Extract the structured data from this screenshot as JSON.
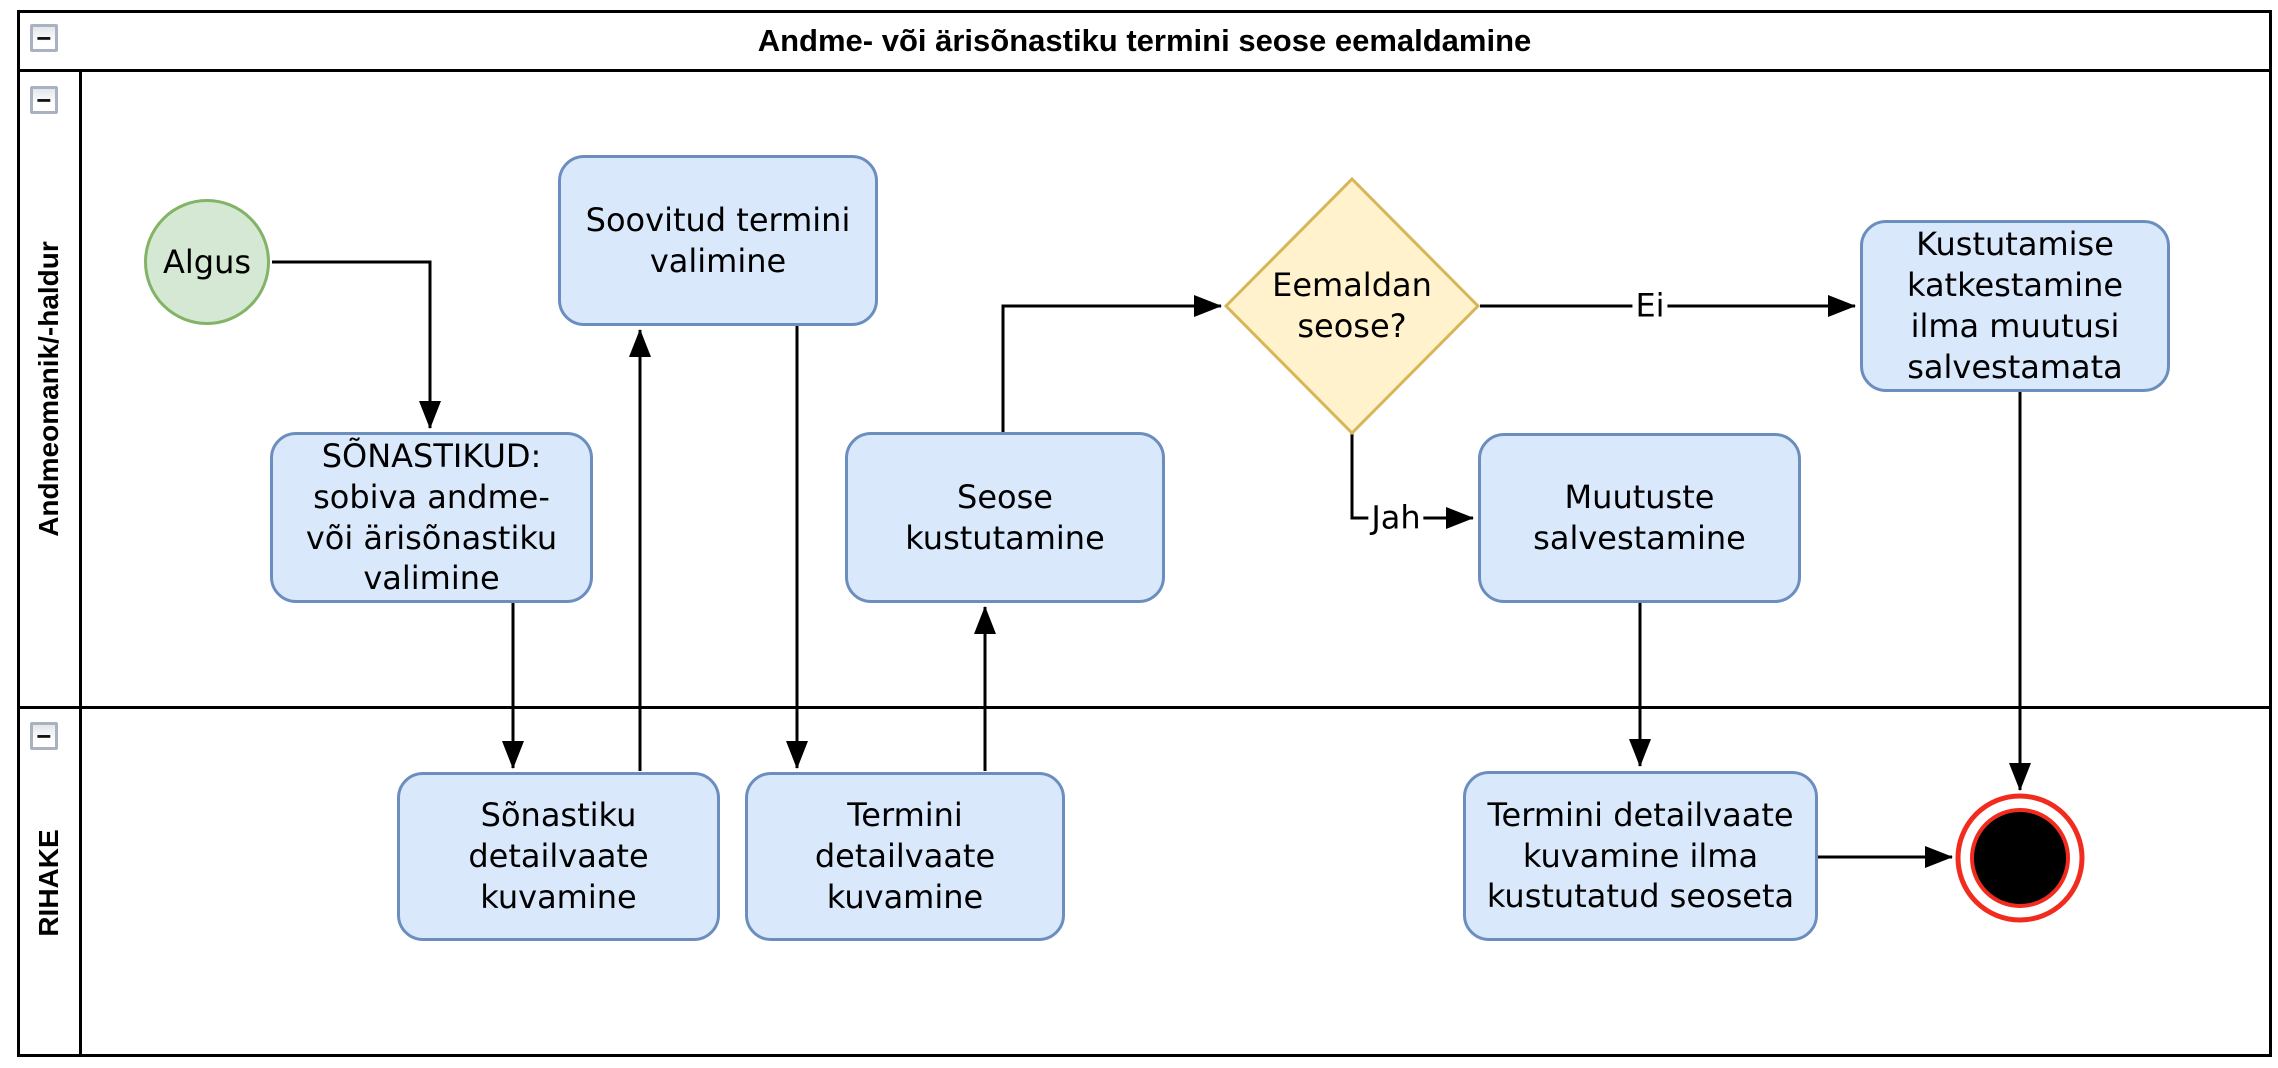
{
  "title": "Andme- või ärisõnastiku termini seose eemaldamine",
  "collapse_glyph": "−",
  "lanes": [
    {
      "id": "andmeomanik",
      "label": "Andmeomanik/-haldur"
    },
    {
      "id": "rihake",
      "label": "RIHAKE"
    }
  ],
  "nodes": {
    "start": {
      "type": "start-event",
      "label": "Algus"
    },
    "select_glossary": {
      "type": "task",
      "label": "SÕNASTIKUD: sobiva andme- või ärisõnastiku valimine"
    },
    "select_term": {
      "type": "task",
      "label": "Soovitud termini valimine"
    },
    "delete_relation": {
      "type": "task",
      "label": "Seose kustutamine"
    },
    "decision": {
      "type": "gateway",
      "label": "Eemaldan seose?"
    },
    "cancel_delete": {
      "type": "task",
      "label": "Kustutamise katkestamine ilma muutusi salvestamata"
    },
    "save_changes": {
      "type": "task",
      "label": "Muutuste salvestamine"
    },
    "show_glossary_detail": {
      "type": "task",
      "label": "Sõnastiku detailvaate kuvamine"
    },
    "show_term_detail": {
      "type": "task",
      "label": "Termini detailvaate kuvamine"
    },
    "show_term_detail_without_relation": {
      "type": "task",
      "label": "Termini detailvaate kuvamine ilma kustutatud seoseta"
    },
    "end": {
      "type": "end-event",
      "label": ""
    }
  },
  "edge_labels": {
    "no": "Ei",
    "yes": "Jah"
  },
  "colors": {
    "task_fill": "#dae8fc",
    "task_border": "#6c8ebf",
    "start_fill": "#d5e8d4",
    "start_border": "#82b366",
    "gateway_fill": "#fff2cc",
    "gateway_border": "#d6b656",
    "end_color": "#f12b1e",
    "line": "#000000"
  }
}
